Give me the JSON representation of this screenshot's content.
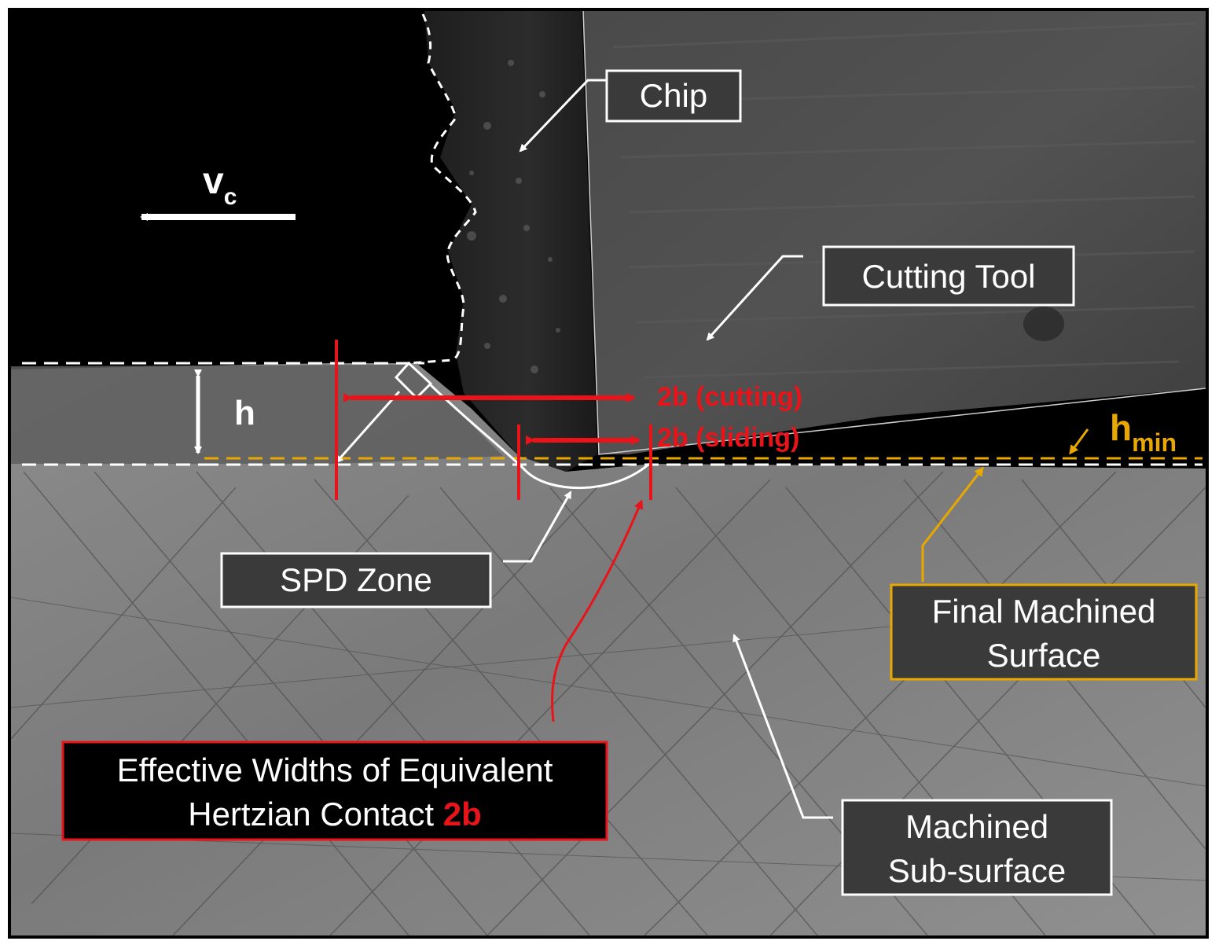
{
  "labels": {
    "chip": "Chip",
    "cutting_tool": "Cutting Tool",
    "spd_zone": "SPD Zone",
    "final_machined_surface_line1": "Final Machined",
    "final_machined_surface_line2": "Surface",
    "machined_subsurface_line1": "Machined",
    "machined_subsurface_line2": "Sub-surface",
    "hertzian_line1": "Effective Widths of Equivalent",
    "hertzian_line2_prefix": "Hertzian Contact ",
    "hertzian_line2_highlight": "2b"
  },
  "dimensions": {
    "two_b_cutting": "2b (cutting)",
    "two_b_sliding": "2b (sliding)",
    "h": "h",
    "h_min_base": "h",
    "h_min_sub": "min",
    "vc_base": "v",
    "vc_sub": "c"
  },
  "colors": {
    "frame": "#000000",
    "box_fill": "#3a3a3a",
    "box_border": "#ffffff",
    "accent_red": "#e8141a",
    "accent_yellow": "#e8a800",
    "label_text": "#ffffff",
    "line_white": "#ffffff"
  }
}
